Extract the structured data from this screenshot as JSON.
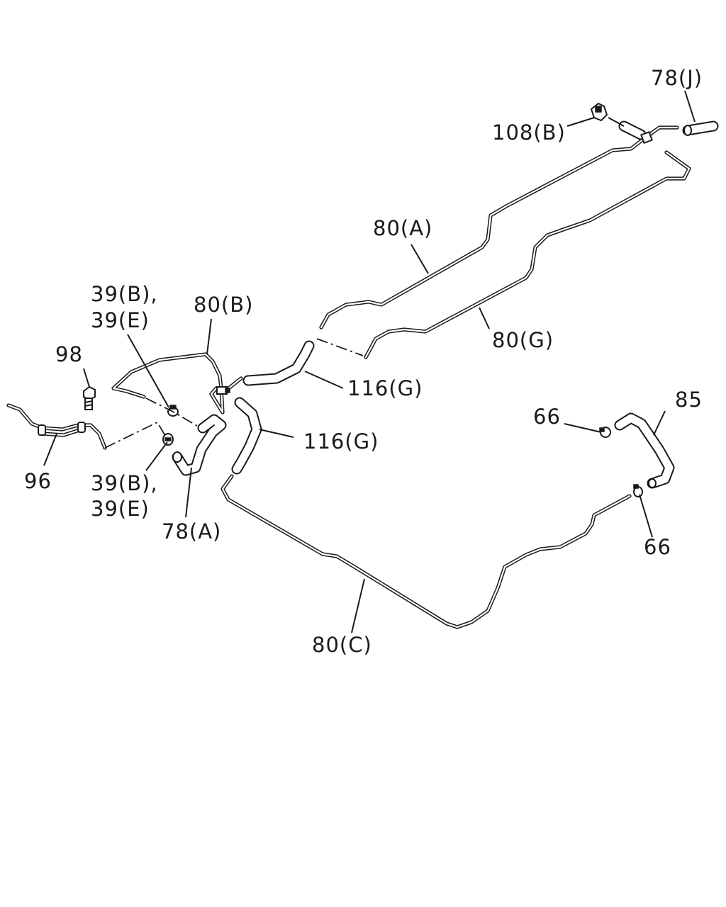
{
  "callouts": {
    "c78j": "78(J)",
    "c108b": "108(B)",
    "c80a": "80(A)",
    "c80b": "80(B)",
    "c80g": "80(G)",
    "c39be_top_1": "39(B),",
    "c39be_top_2": "39(E)",
    "c98": "98",
    "c116g_top": "116(G)",
    "c116g_mid": "116(G)",
    "c66_left": "66",
    "c85": "85",
    "c96": "96",
    "c39be_bot_1": "39(B),",
    "c39be_bot_2": "39(E)",
    "c78a": "78(A)",
    "c66_right": "66",
    "c80c": "80(C)"
  }
}
